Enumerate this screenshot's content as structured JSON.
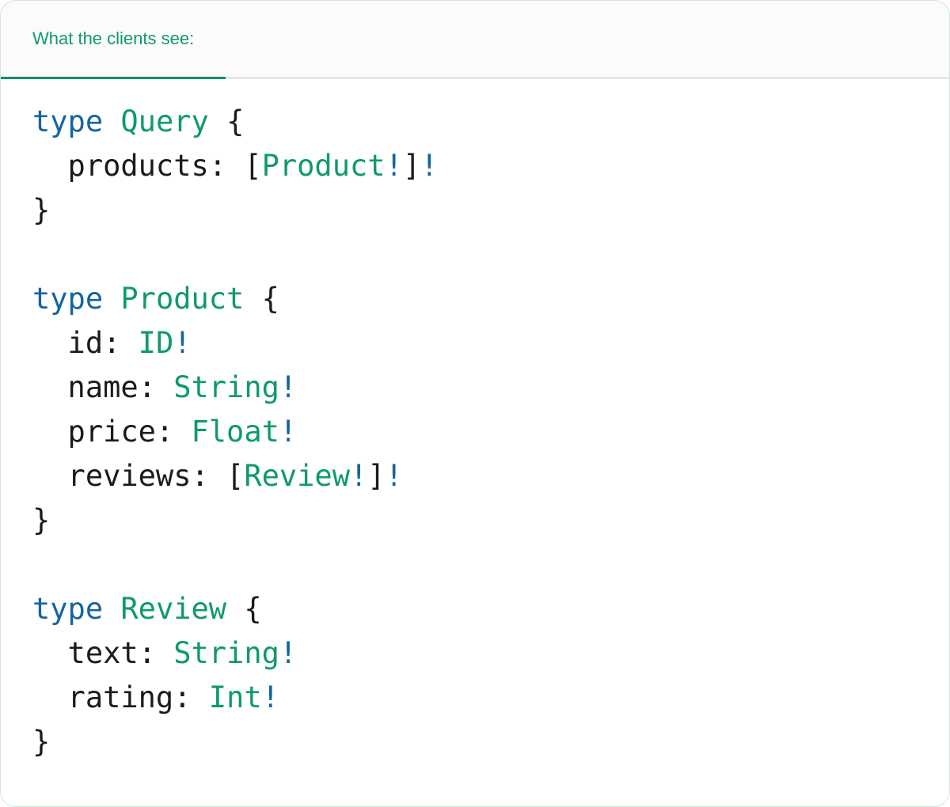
{
  "card": {
    "border_color": "#cfe6da",
    "background": "#ffffff"
  },
  "tabs": [
    {
      "label": "What the clients see:",
      "active": true,
      "color": "#0e9a6c",
      "underline_color": "#0e8f68"
    }
  ],
  "colors": {
    "keyword_blue": "#15659e",
    "type_green": "#0e9a6c",
    "punctuation": "#1b1b1b",
    "header_background": "#fbfbfb",
    "divider": "#e6e6e6"
  },
  "code": {
    "language": "graphql",
    "text": "type Query {\n  products: [Product!]!\n}\n\ntype Product {\n  id: ID!\n  name: String!\n  price: Float!\n  reviews: [Review!]!\n}\n\ntype Review {\n  text: String!\n  rating: Int!\n}",
    "lines": [
      {
        "tokens": [
          {
            "t": "type",
            "c": "kw"
          },
          {
            "t": " ",
            "c": "plain"
          },
          {
            "t": "Query",
            "c": "type"
          },
          {
            "t": " ",
            "c": "plain"
          },
          {
            "t": "{",
            "c": "brace"
          }
        ]
      },
      {
        "tokens": [
          {
            "t": "  products",
            "c": "field"
          },
          {
            "t": ": ",
            "c": "punct"
          },
          {
            "t": "[",
            "c": "bracket"
          },
          {
            "t": "Product",
            "c": "type"
          },
          {
            "t": "!",
            "c": "bang"
          },
          {
            "t": "]",
            "c": "bracket"
          },
          {
            "t": "!",
            "c": "bang"
          }
        ]
      },
      {
        "tokens": [
          {
            "t": "}",
            "c": "brace"
          }
        ]
      },
      {
        "tokens": []
      },
      {
        "tokens": [
          {
            "t": "type",
            "c": "kw"
          },
          {
            "t": " ",
            "c": "plain"
          },
          {
            "t": "Product",
            "c": "type"
          },
          {
            "t": " ",
            "c": "plain"
          },
          {
            "t": "{",
            "c": "brace"
          }
        ]
      },
      {
        "tokens": [
          {
            "t": "  id",
            "c": "field"
          },
          {
            "t": ": ",
            "c": "punct"
          },
          {
            "t": "ID",
            "c": "type"
          },
          {
            "t": "!",
            "c": "bang"
          }
        ]
      },
      {
        "tokens": [
          {
            "t": "  name",
            "c": "field"
          },
          {
            "t": ": ",
            "c": "punct"
          },
          {
            "t": "String",
            "c": "type"
          },
          {
            "t": "!",
            "c": "bang"
          }
        ]
      },
      {
        "tokens": [
          {
            "t": "  price",
            "c": "field"
          },
          {
            "t": ": ",
            "c": "punct"
          },
          {
            "t": "Float",
            "c": "type"
          },
          {
            "t": "!",
            "c": "bang"
          }
        ]
      },
      {
        "tokens": [
          {
            "t": "  reviews",
            "c": "field"
          },
          {
            "t": ": ",
            "c": "punct"
          },
          {
            "t": "[",
            "c": "bracket"
          },
          {
            "t": "Review",
            "c": "type"
          },
          {
            "t": "!",
            "c": "bang"
          },
          {
            "t": "]",
            "c": "bracket"
          },
          {
            "t": "!",
            "c": "bang"
          }
        ]
      },
      {
        "tokens": [
          {
            "t": "}",
            "c": "brace"
          }
        ]
      },
      {
        "tokens": []
      },
      {
        "tokens": [
          {
            "t": "type",
            "c": "kw"
          },
          {
            "t": " ",
            "c": "plain"
          },
          {
            "t": "Review",
            "c": "type"
          },
          {
            "t": " ",
            "c": "plain"
          },
          {
            "t": "{",
            "c": "brace"
          }
        ]
      },
      {
        "tokens": [
          {
            "t": "  text",
            "c": "field"
          },
          {
            "t": ": ",
            "c": "punct"
          },
          {
            "t": "String",
            "c": "type"
          },
          {
            "t": "!",
            "c": "bang"
          }
        ]
      },
      {
        "tokens": [
          {
            "t": "  rating",
            "c": "field"
          },
          {
            "t": ": ",
            "c": "punct"
          },
          {
            "t": "Int",
            "c": "type"
          },
          {
            "t": "!",
            "c": "bang"
          }
        ]
      },
      {
        "tokens": [
          {
            "t": "}",
            "c": "brace"
          }
        ]
      }
    ]
  }
}
